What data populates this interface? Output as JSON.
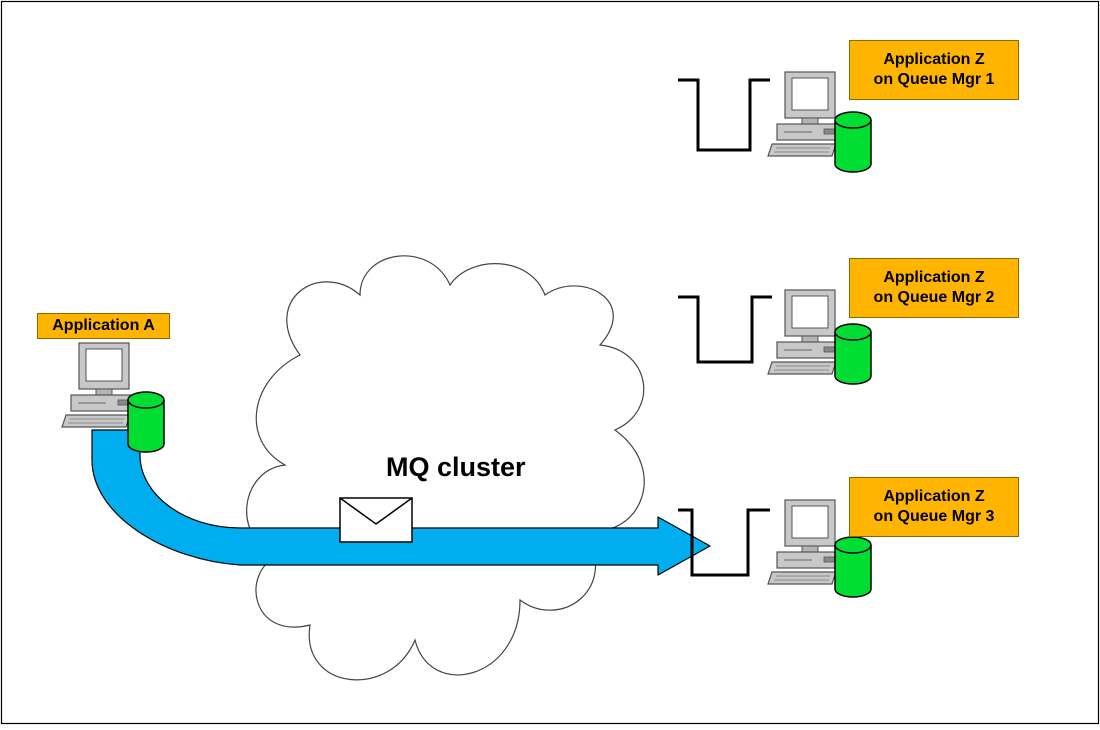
{
  "app_a": {
    "label": "Application A"
  },
  "cluster": {
    "label": "MQ cluster"
  },
  "queue_managers": [
    {
      "line1": "Application Z",
      "line2": "on Queue Mgr 1"
    },
    {
      "line1": "Application Z",
      "line2": "on Queue Mgr 2"
    },
    {
      "line1": "Application Z",
      "line2": "on Queue Mgr 3"
    }
  ],
  "colors": {
    "label_fill": "#ffb400",
    "flow_arrow": "#00aeef",
    "database": "#00dd33"
  }
}
